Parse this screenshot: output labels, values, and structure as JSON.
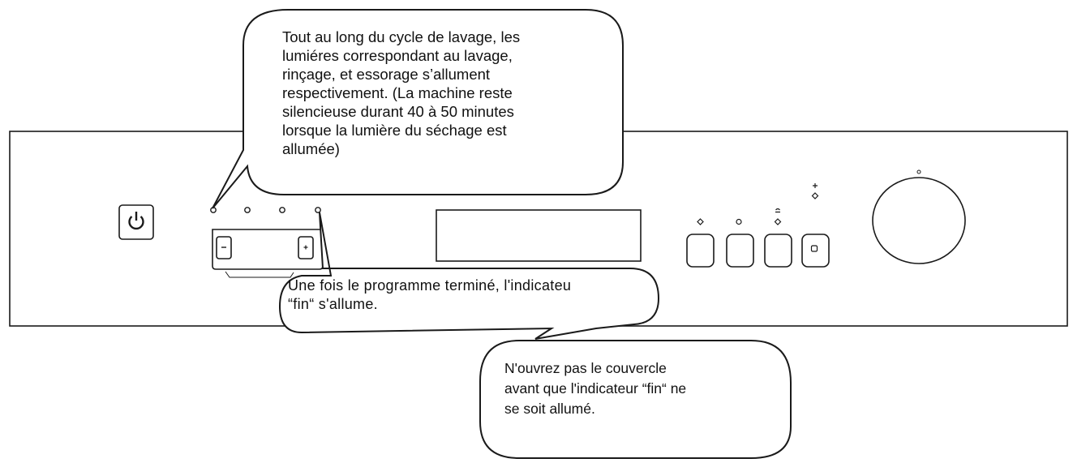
{
  "annotations": {
    "wash_cycle_lights": "Tout au long du cycle de lavage, les\nlumiéres correspondant au lavage,\nrinçage, et essorage s’allument\nrespectivement. (La machine reste\nsilencieuse durant 40 à 50 minutes\nlorsque la lumière du séchage est\nallumée)",
    "end_indicator": "Une fois le programme terminé, l'indicateu\n“fin“ s'allume.",
    "lid_warning": "N'ouvrez pas le couvercle\navant que l'indicateur “fin“ ne\nse soit allumé."
  },
  "panel": {
    "power_icon": "power-icon",
    "minus_button_icon": "minus-icon",
    "plus_button_icon": "plus-icon",
    "program_buttons": [
      "program-button-1",
      "program-button-2",
      "program-button-3",
      "program-button-4"
    ],
    "indicator_lights_count": 4
  },
  "colors": {
    "line": "#1a1a1a",
    "background": "#ffffff"
  }
}
